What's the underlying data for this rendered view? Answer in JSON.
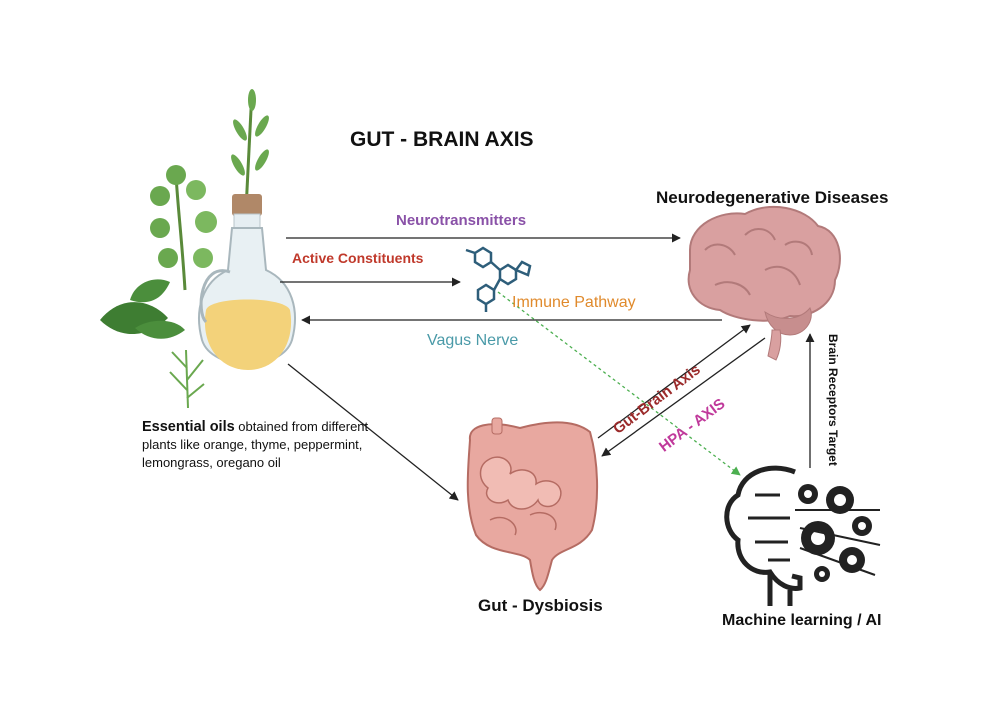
{
  "title": "GUT - BRAIN AXIS",
  "nodes": {
    "neurodegenerative": "Neurodegenerative Diseases",
    "essential_oils_bold": "Essential oils",
    "essential_oils_rest": " obtained from different plants like orange, thyme, peppermint,  lemongrass, oregano oil",
    "gut": "Gut - Dysbiosis",
    "ml": "Machine learning / AI"
  },
  "edges": {
    "neurotransmitters": "Neurotransmitters",
    "active_constituents": "Active Constituents",
    "immune_pathway": "Immune Pathway",
    "vagus_nerve": "Vagus Nerve",
    "gut_brain_axis": "Gut-Brain Axis",
    "hpa_axis": "HPA - AXIS",
    "brain_receptors": "Brain Receptors Target"
  },
  "colors": {
    "neurotransmitters": "#8a52a8",
    "active_constituents": "#c0392b",
    "immune_pathway": "#e08a2c",
    "vagus_nerve": "#4a9aa8",
    "gut_brain_axis": "#9b2a2a",
    "hpa_axis": "#c0399b",
    "dotted_arrow": "#4caf50",
    "brain": "#d9a0a0",
    "gut": "#e8a8a0",
    "oil": "#f3d27a"
  },
  "icons": [
    "plant-icon",
    "oil-bottle-icon",
    "molecule-icon",
    "brain-icon",
    "intestine-icon",
    "ai-head-gears-icon"
  ]
}
